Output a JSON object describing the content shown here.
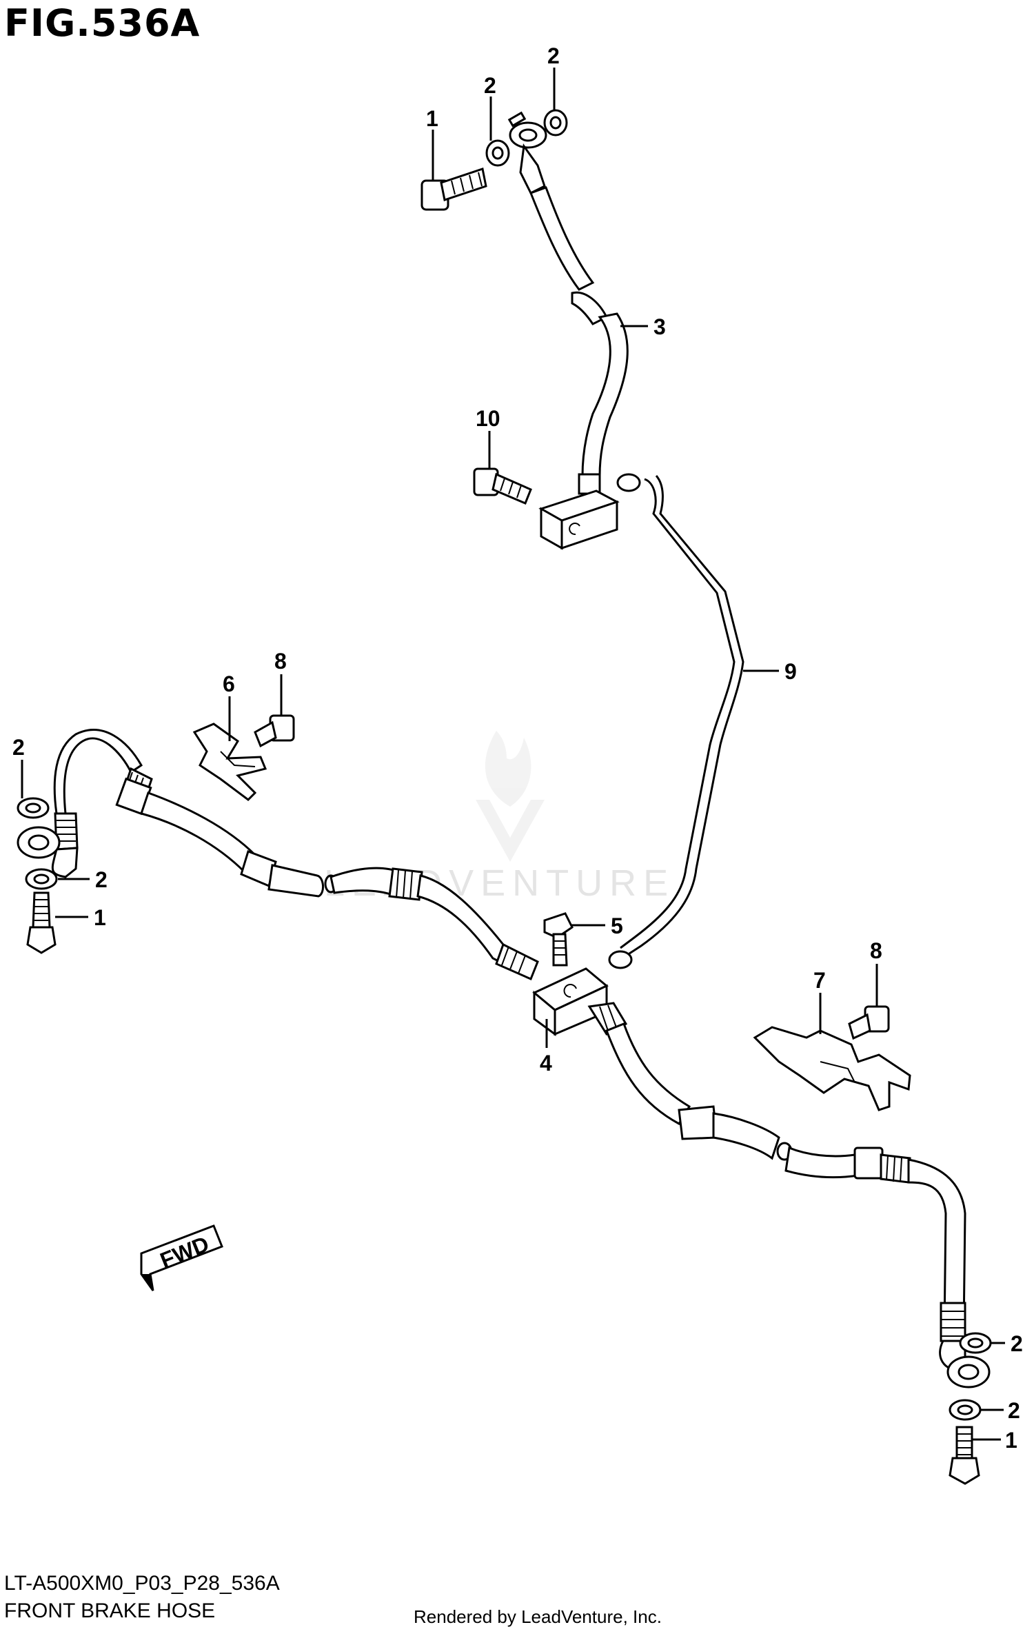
{
  "figure": {
    "title": "FIG.536A",
    "model_code": "LT-A500XM0_P03_P28_536A",
    "name": "FRONT BRAKE HOSE",
    "credit": "Rendered by LeadVenture, Inc.",
    "watermark": "LEADVENTURE",
    "fwd_label": "FWD"
  },
  "callouts": {
    "c1a": "1",
    "c1b": "1",
    "c1c": "1",
    "c2a": "2",
    "c2b": "2",
    "c2c": "2",
    "c2d": "2",
    "c2e": "2",
    "c2f": "2",
    "c3": "3",
    "c4": "4",
    "c5": "5",
    "c6": "6",
    "c7": "7",
    "c8a": "8",
    "c8b": "8",
    "c9": "9",
    "c10": "10"
  }
}
